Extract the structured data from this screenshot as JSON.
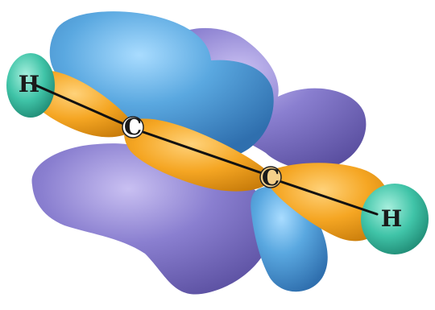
{
  "diagram": {
    "atoms": [
      {
        "id": "h-left",
        "label": "H",
        "element": "hydrogen"
      },
      {
        "id": "c-left",
        "label": "C",
        "element": "carbon"
      },
      {
        "id": "c-right",
        "label": "C",
        "element": "carbon"
      },
      {
        "id": "h-right",
        "label": "H",
        "element": "hydrogen"
      }
    ],
    "bonds": [
      {
        "from": "h-left",
        "to": "c-left"
      },
      {
        "from": "c-left",
        "to": "c-right"
      },
      {
        "from": "c-right",
        "to": "h-right"
      }
    ],
    "colors": {
      "pi_lobe_blue": "#5aa8e0",
      "pi_lobe_purple": "#8a7fd0",
      "sigma_lobe_orange": "#f5a623",
      "hydrogen_cap": "#40c4a8",
      "bond_line": "#111111",
      "background": "#ffffff"
    }
  }
}
